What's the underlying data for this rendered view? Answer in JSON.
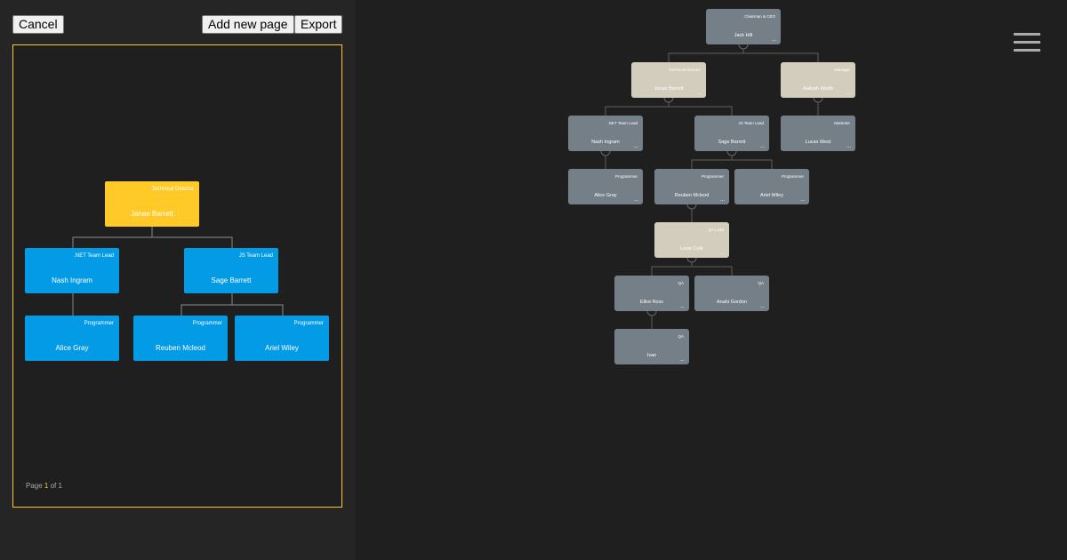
{
  "toolbar": {
    "cancel": "Cancel",
    "add_page": "Add new page",
    "export": "Export"
  },
  "preview": {
    "page_label": "Page",
    "page_current": "1",
    "page_of": "of",
    "page_total": "1",
    "nodes": [
      {
        "title": "Technical Director",
        "name": "Janae Barrett",
        "color": "#ffca28"
      },
      {
        "title": ".NET Team Lead",
        "name": "Nash Ingram",
        "color": "#039be5"
      },
      {
        "title": "JS Team Lead",
        "name": "Sage Barrett",
        "color": "#039be5"
      },
      {
        "title": "Programmer",
        "name": "Alice Gray",
        "color": "#039be5"
      },
      {
        "title": "Programmer",
        "name": "Reuben Mcleod",
        "color": "#039be5"
      },
      {
        "title": "Programmer",
        "name": "Ariel Wiley",
        "color": "#039be5"
      }
    ]
  },
  "chart": {
    "more": "...",
    "nodes": [
      {
        "title": "Chairman & CEO",
        "name": "Jack Hill",
        "color": "#757f87"
      },
      {
        "title": "Technical Director",
        "name": "Janae Barrett",
        "color": "#d2cdbd"
      },
      {
        "title": "Manager",
        "name": "Aaliyah Webb",
        "color": "#d2cdbd"
      },
      {
        "title": ".NET Team Lead",
        "name": "Nash Ingram",
        "color": "#757f87"
      },
      {
        "title": "JS Team Lead",
        "name": "Sage Barrett",
        "color": "#757f87"
      },
      {
        "title": "Marketer",
        "name": "Lucas West",
        "color": "#757f87"
      },
      {
        "title": "Programmer",
        "name": "Alice Gray",
        "color": "#757f87"
      },
      {
        "title": "Programmer",
        "name": "Reuben Mcleod",
        "color": "#757f87"
      },
      {
        "title": "Programmer",
        "name": "Ariel Wiley",
        "color": "#757f87"
      },
      {
        "title": "QA Lead",
        "name": "Lexie Cole",
        "color": "#d2cdbd"
      },
      {
        "title": "QA",
        "name": "Elliot Ross",
        "color": "#757f87"
      },
      {
        "title": "QA",
        "name": "Anahi Gordon",
        "color": "#757f87"
      },
      {
        "title": "QA",
        "name": "Ivan",
        "color": "#757f87"
      }
    ]
  },
  "menu": {
    "icon": "hamburger-icon"
  }
}
